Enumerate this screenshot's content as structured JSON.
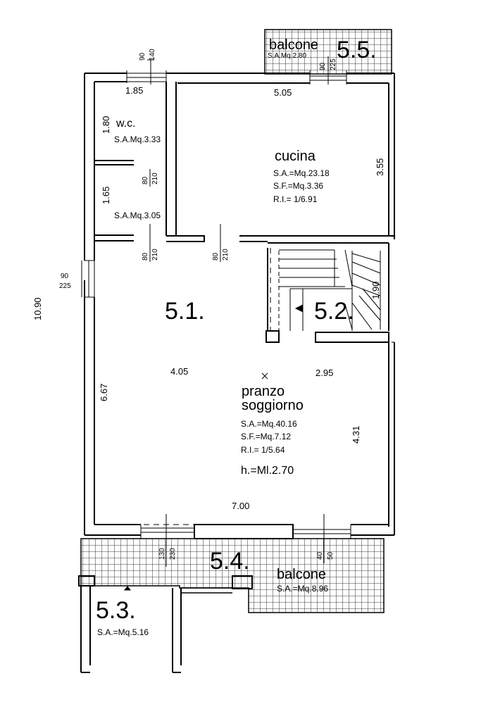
{
  "plan": {
    "overall_height": "10.90",
    "rooms": {
      "balcony_top": {
        "name": "balcone",
        "number": "5.5.",
        "area": "S.A.Mq.2.80"
      },
      "wc": {
        "name": "w.c.",
        "area": "S.A.Mq.3.33"
      },
      "wc2": {
        "area": "S.A.Mq.3.05"
      },
      "kitchen": {
        "name": "cucina",
        "sa": "S.A.=Mq.23.18",
        "sf": "S.F.=Mq.3.36",
        "ri": "R.I.= 1/6.91"
      },
      "living_zone": {
        "number": "5.1."
      },
      "stair": {
        "number": "5.2."
      },
      "living": {
        "name_line1": "pranzo",
        "name_line2": "soggiorno",
        "sa": "S.A.=Mq.40.16",
        "sf": "S.F.=Mq.7.12",
        "ri": "R.I.= 1/5.64",
        "height": "h.=Ml.2.70"
      },
      "entrance": {
        "number": "5.3.",
        "area": "S.A.=Mq.5.16"
      },
      "balcony_bottom": {
        "number": "5.4.",
        "name": "balcone",
        "area": "S.A.=Mq.8.96"
      }
    },
    "dimensions": {
      "wc_width": "1.85",
      "kitchen_width": "5.05",
      "wc_depth": "1.80",
      "wc2_depth": "1.65",
      "kitchen_depth": "3.55",
      "stair_depth": "1.90",
      "living_left_width": "4.05",
      "living_right_width": "2.95",
      "living_left_depth": "6.67",
      "living_right_depth": "4.31",
      "living_width": "7.00"
    },
    "openings": {
      "top_window_w": "90",
      "top_window_h": "140",
      "balcony_door_w": "90",
      "balcony_door_h": "225",
      "wc_door_w": "80",
      "wc_door_h": "210",
      "wc2_door_w": "80",
      "wc2_door_h": "210",
      "kitchen_door_w": "80",
      "kitchen_door_h": "210",
      "side_window_w": "90",
      "side_window_h": "225",
      "bottom_door_w": "130",
      "bottom_door_h": "230",
      "bottom_window_w": "40",
      "bottom_window_h": "50"
    }
  }
}
